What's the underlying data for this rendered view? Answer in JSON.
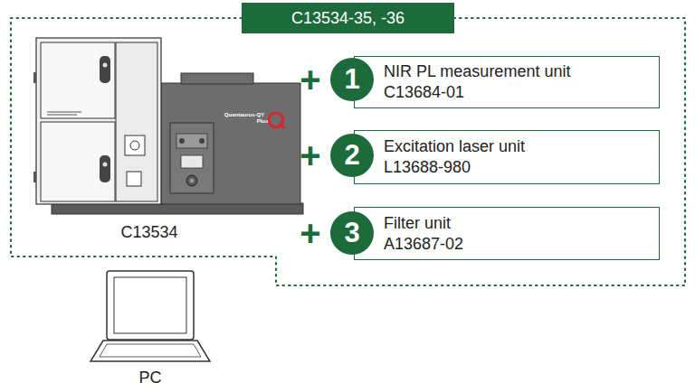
{
  "diagram": {
    "nodes": [
      {
        "text": [
          "C13534-35, -36"
        ]
      },
      {
        "text": [
          "1"
        ]
      },
      {
        "text": [
          "NIR PL measurement unit",
          "C13684-01"
        ]
      },
      {
        "text": [
          "2"
        ]
      },
      {
        "text": [
          "Excitation laser unit",
          "L13688-980"
        ]
      },
      {
        "text": [
          "3"
        ]
      },
      {
        "text": [
          "Filter unit",
          "A13687-02"
        ]
      }
    ],
    "labels": [
      "Quantaurus-QY",
      "Plus",
      "C13534",
      "+",
      "+",
      "+",
      "PC"
    ]
  }
}
